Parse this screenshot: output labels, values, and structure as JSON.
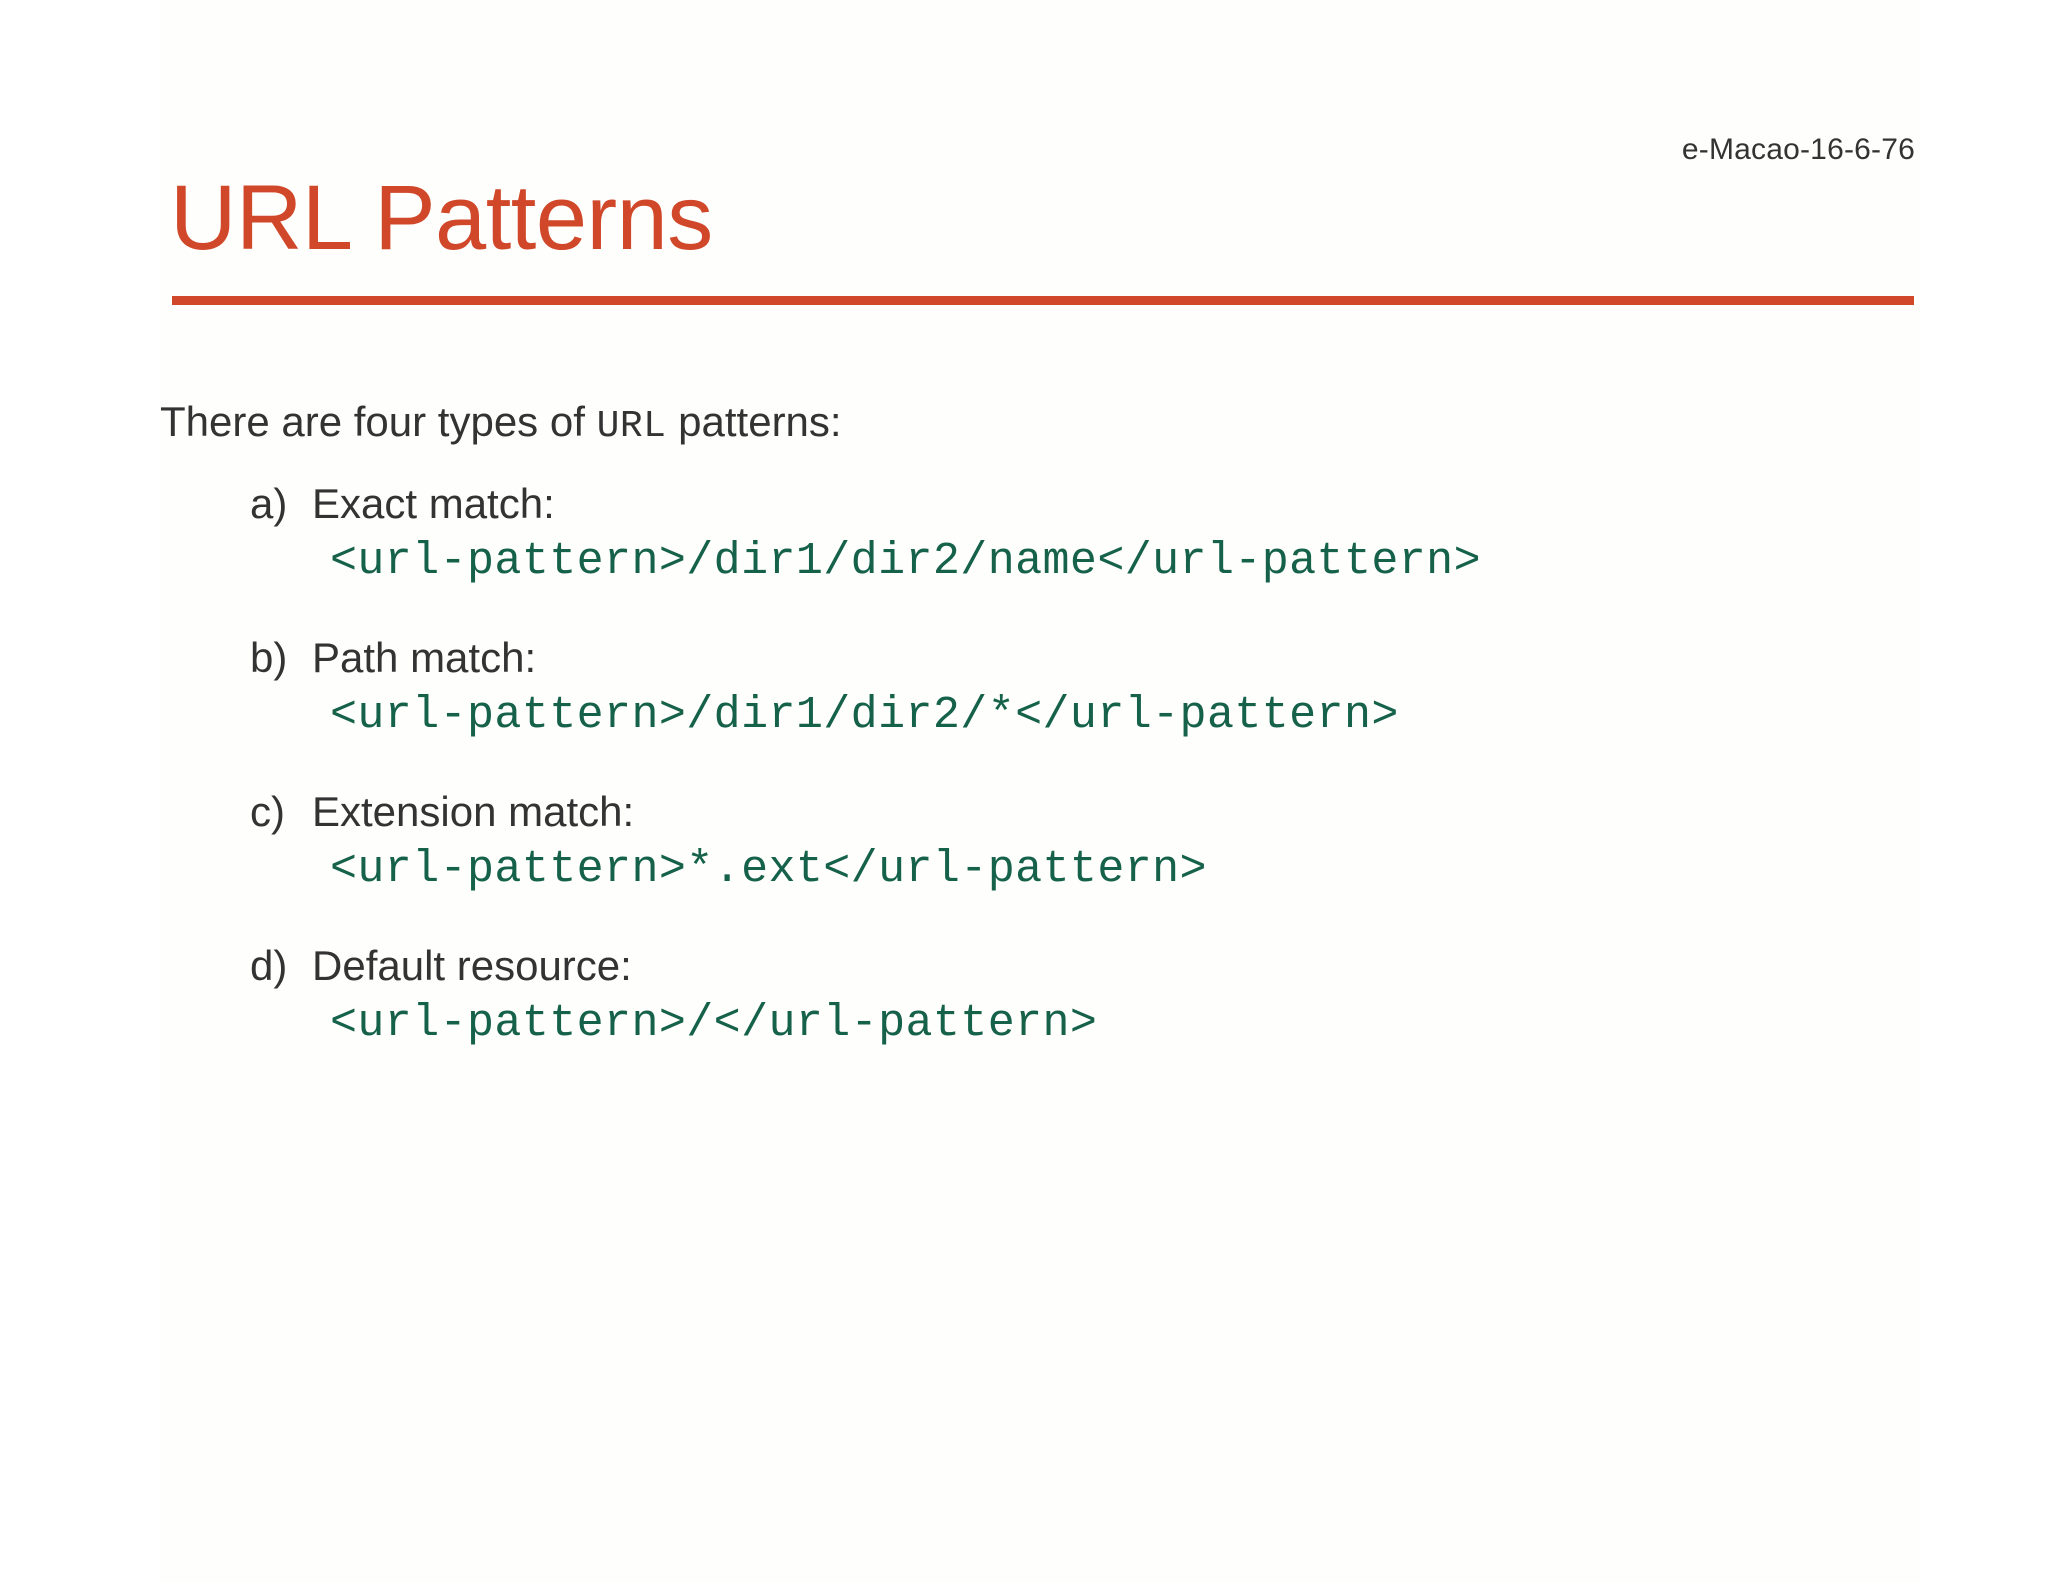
{
  "slide": {
    "header_code": "e-Macao-16-6-76",
    "title": "URL Patterns",
    "intro": {
      "before": "There are four types of ",
      "mono": "URL",
      "after": " patterns:"
    },
    "items": [
      {
        "marker": "a)",
        "label": "Exact match:",
        "code": "<url-pattern>/dir1/dir2/name</url-pattern>"
      },
      {
        "marker": "b)",
        "label": "Path match:",
        "code": "<url-pattern>/dir1/dir2/*</url-pattern>"
      },
      {
        "marker": "c)",
        "label": "Extension match:",
        "code": "<url-pattern>*.ext</url-pattern>"
      },
      {
        "marker": "d)",
        "label": "Default resource:",
        "code": "<url-pattern>/</url-pattern>"
      }
    ],
    "colors": {
      "accent": "#d1472a",
      "body_text": "#333333",
      "code_text": "#15614a",
      "background": "#ffffff"
    }
  }
}
